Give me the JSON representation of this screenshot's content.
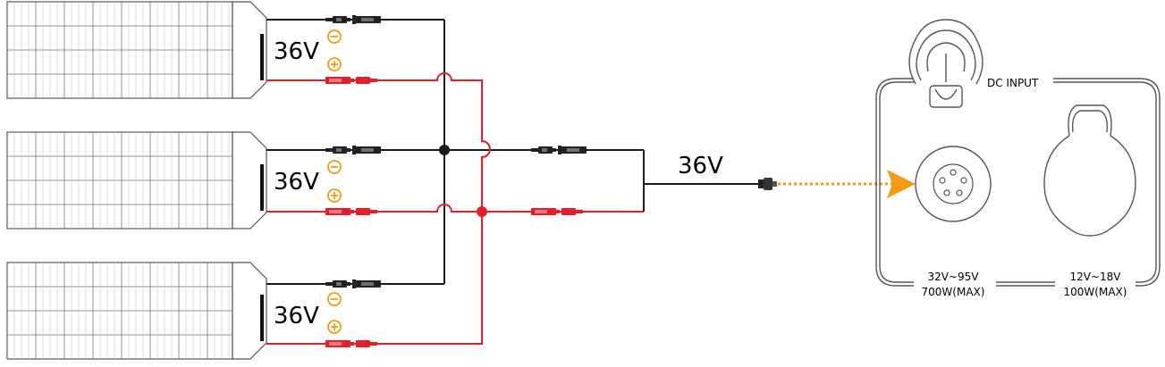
{
  "panels": [
    {
      "voltage": "36V"
    },
    {
      "voltage": "36V"
    },
    {
      "voltage": "36V"
    }
  ],
  "polarity": {
    "negative": "−",
    "positive": "+"
  },
  "output_voltage": "36V",
  "station": {
    "dc_input_label": "DC INPUT",
    "port_hv": {
      "voltage_range": "32V~95V",
      "power": "700W(MAX)"
    },
    "port_lv": {
      "voltage_range": "12V~18V",
      "power": "100W(MAX)"
    }
  },
  "colors": {
    "negative_wire": "#1a1a1a",
    "positive_wire": "#e3202a",
    "polarity_symbol": "#f39c12",
    "flow_arrow": "#f39c12",
    "outline": "#555555"
  }
}
